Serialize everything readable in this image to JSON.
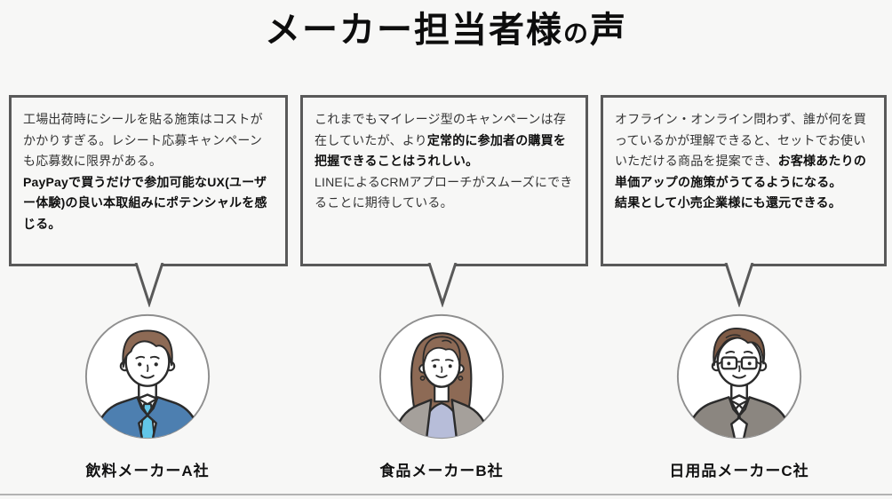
{
  "slide": {
    "title": {
      "main": "メーカー担当者様",
      "particle": "の",
      "last": "声"
    },
    "background_color": "#f7f7f6",
    "bubble_border_color": "#595959",
    "divider_color": "#b3b3b3"
  },
  "testimonials": [
    {
      "company": "飲料メーカーA社",
      "avatar_icon": "businessman-blue-suit-avatar",
      "avatar_colors": {
        "suit": "#4d7fb0",
        "tie": "#62c6e8",
        "hair": "#8d6a55"
      },
      "segments": [
        {
          "text": "工場出荷時にシールを貼る施策はコストがかかりすぎる。レシート応募キャンペーンも応募数に限界がある。",
          "bold": false
        },
        {
          "text": "PayPayで買うだけで参加可能なUX(ユーザー体験)の良い本取組みにポテンシャルを感じる。",
          "bold": true
        }
      ]
    },
    {
      "company": "食品メーカーB社",
      "avatar_icon": "businesswoman-cardigan-avatar",
      "avatar_colors": {
        "cardigan": "#a5a09b",
        "top": "#b7bdd9",
        "hair": "#8d6a55"
      },
      "segments": [
        {
          "text": "これまでもマイレージ型のキャンペーンは存在していたが、より",
          "bold": false
        },
        {
          "text": "定常的に参加者の購買を把握できることはうれしい。",
          "bold": true
        },
        {
          "text": "LINEによるCRMアプローチがスムーズにできることに期待している。",
          "bold": false
        }
      ]
    },
    {
      "company": "日用品メーカーC社",
      "avatar_icon": "businessman-glasses-gray-suit-avatar",
      "avatar_colors": {
        "suit": "#8b8680",
        "hair": "#7e5b46"
      },
      "segments": [
        {
          "text": "オフライン・オンライン問わず、誰が何を買っているかが理解できると、セットでお使いいただける商品を提案でき、",
          "bold": false
        },
        {
          "text": "お客様あたりの単価アップの施策がうてるようになる。",
          "bold": true
        },
        {
          "text": "結果として小売企業様にも還元できる。",
          "bold": true
        }
      ]
    }
  ]
}
